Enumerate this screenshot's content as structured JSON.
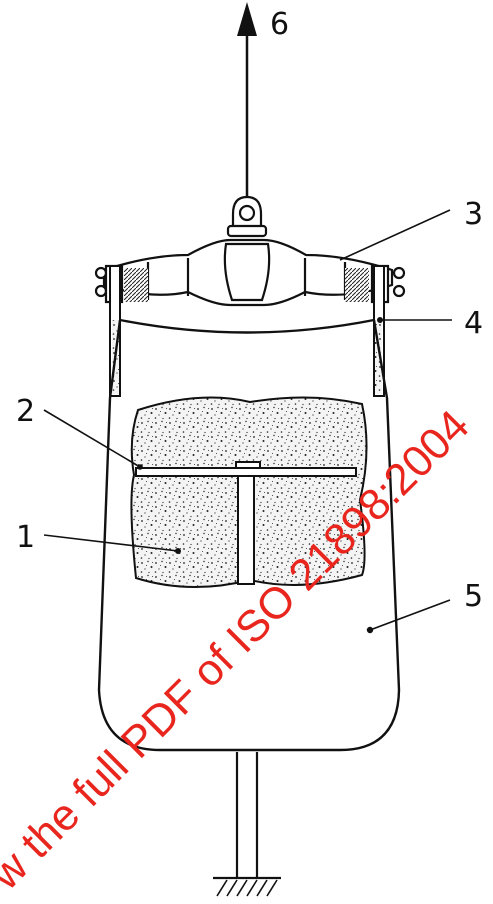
{
  "diagram": {
    "callouts": [
      {
        "id": "1",
        "label": "1"
      },
      {
        "id": "2",
        "label": "2"
      },
      {
        "id": "3",
        "label": "3"
      },
      {
        "id": "4",
        "label": "4"
      },
      {
        "id": "5",
        "label": "5"
      },
      {
        "id": "6",
        "label": "6"
      }
    ]
  },
  "watermark": {
    "text": "w the full PDF of ISO 21898:2004",
    "color": "#e8261e"
  },
  "colors": {
    "line": "#111111",
    "background": "#ffffff"
  }
}
